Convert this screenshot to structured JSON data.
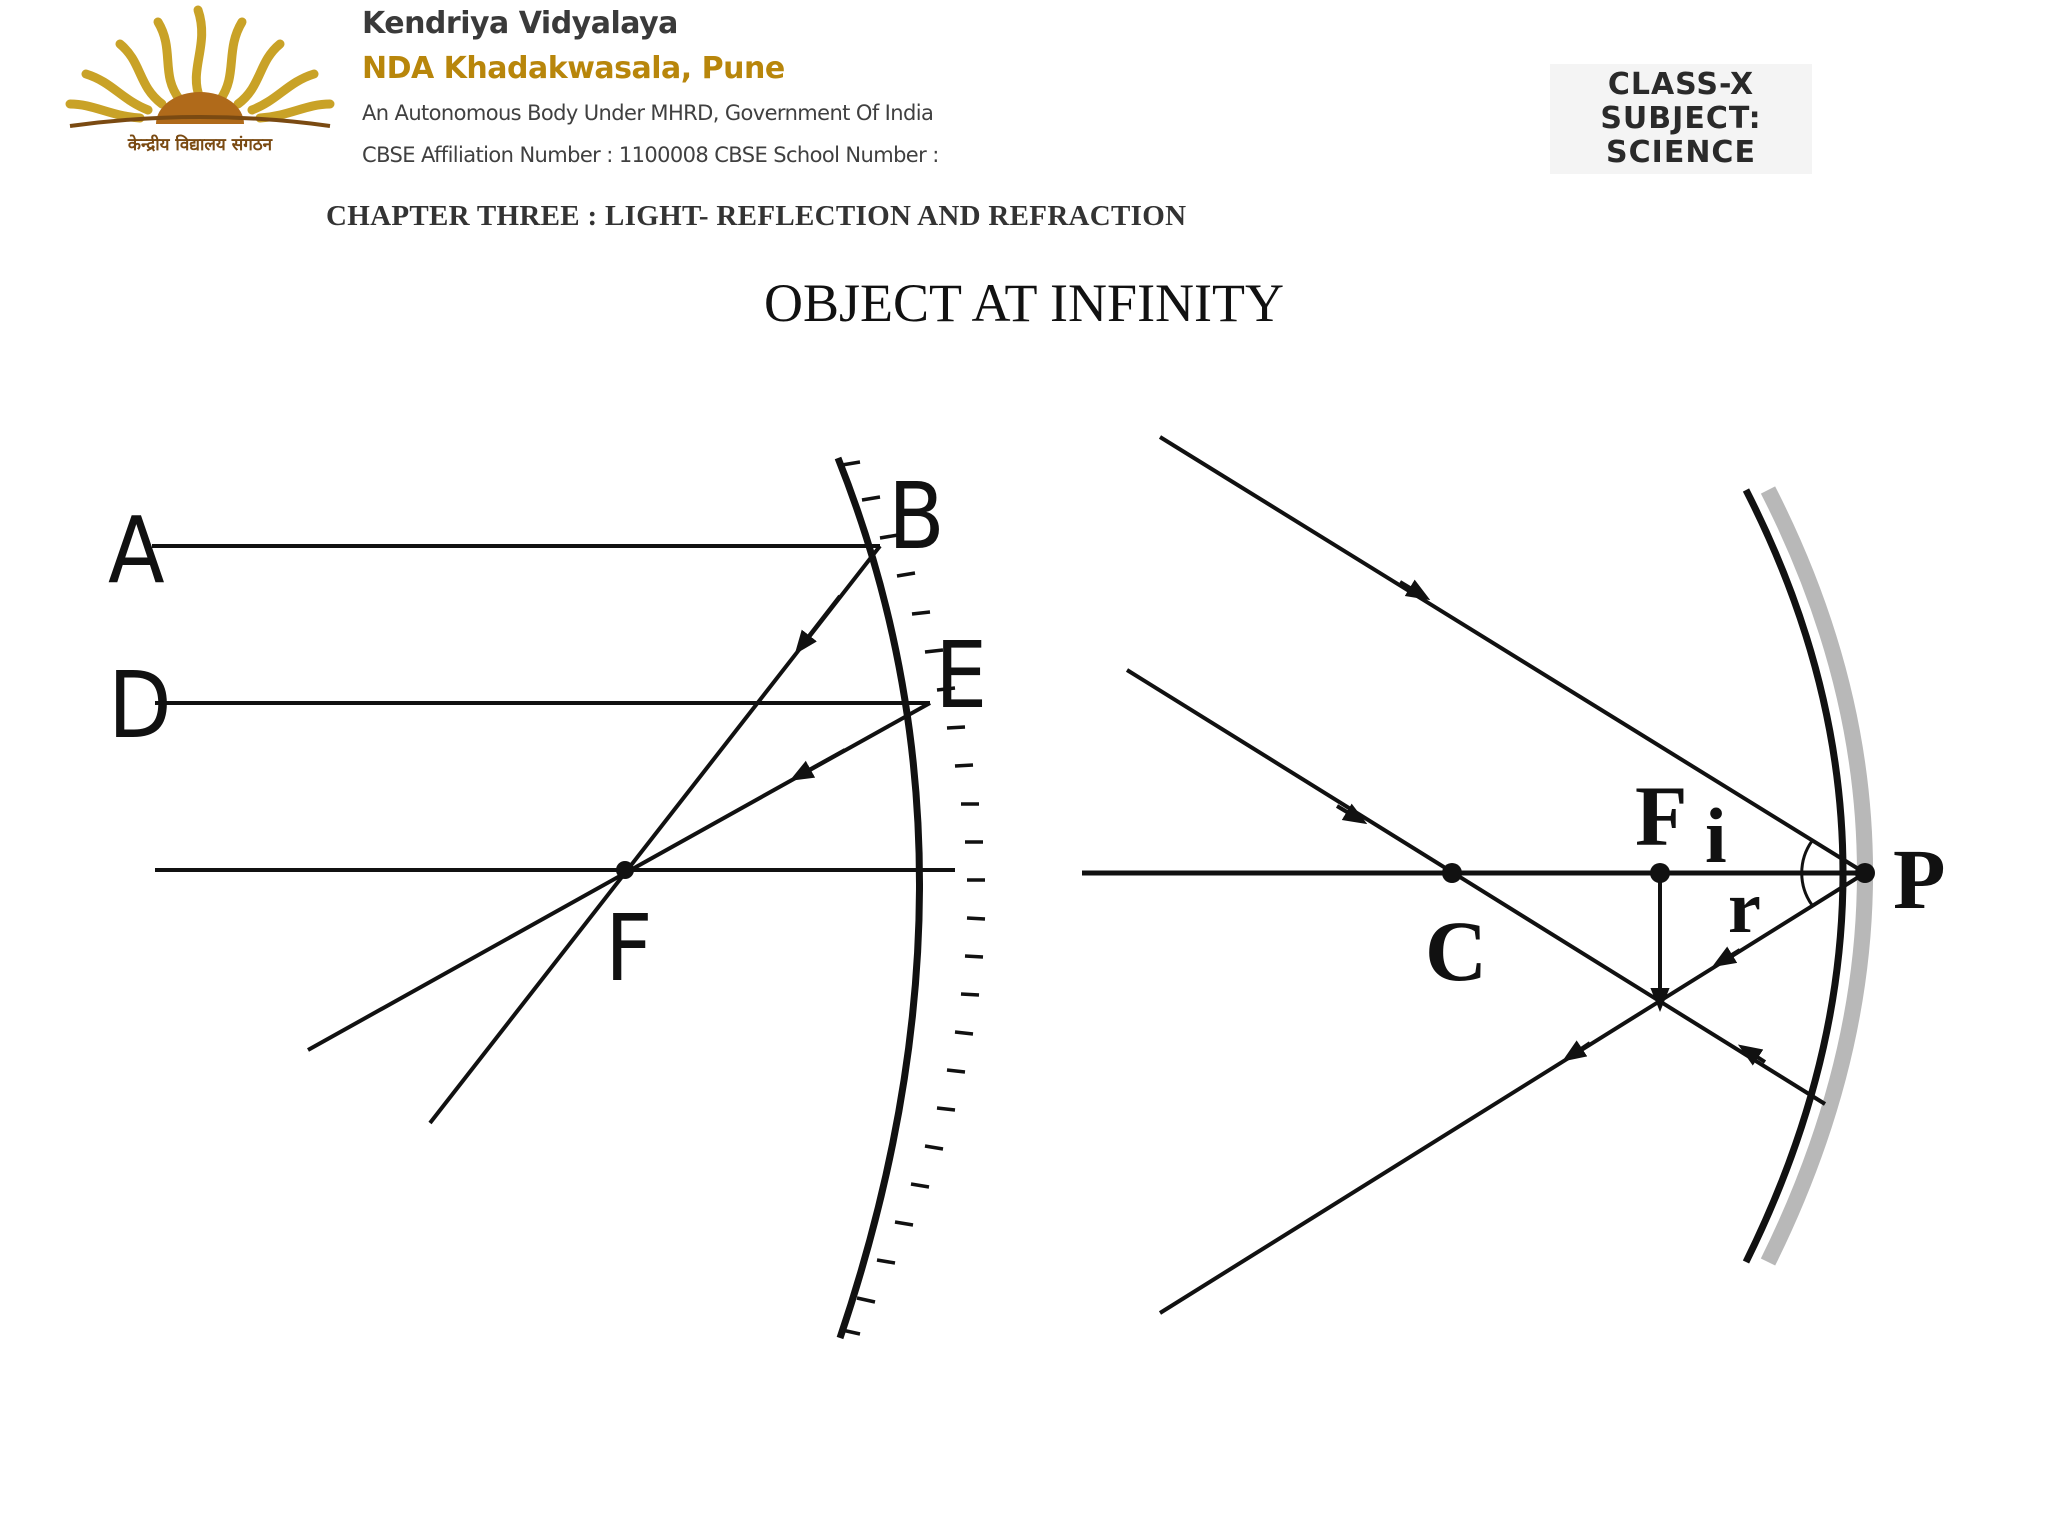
{
  "header": {
    "school_name": "Kendriya Vidyalaya",
    "school_branch": "NDA Khadakwasala, Pune",
    "line1": "An Autonomous Body Under MHRD, Government Of India",
    "line2": "CBSE Affiliation Number : 1100008 CBSE School Number :",
    "logo_text": "केन्द्रीय विद्यालय संगठन",
    "class_label": "CLASS-X",
    "subject_label": "SUBJECT:",
    "subject_value": "SCIENCE",
    "chapter": "CHAPTER THREE : LIGHT- REFLECTION AND REFRACTION"
  },
  "slide": {
    "title": "OBJECT AT INFINITY"
  },
  "left_diagram": {
    "labels": {
      "a": "A",
      "b": "B",
      "d": "D",
      "e": "E",
      "f": "F"
    }
  },
  "right_diagram": {
    "labels": {
      "f": "F",
      "i": "i",
      "r": "r",
      "c": "C",
      "p": "P"
    }
  },
  "colors": {
    "ink": "#111111",
    "logo_gold": "#c9a227",
    "logo_brown": "#7a4a12"
  },
  "icons": {
    "logo": "kendriya-vidyalaya-sun-logo"
  }
}
